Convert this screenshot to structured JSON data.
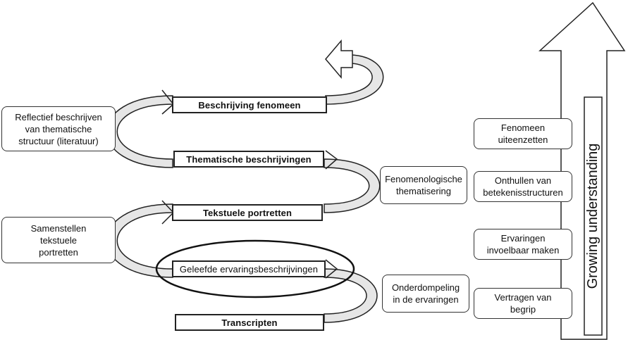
{
  "spiral_levels": [
    {
      "label": "Beschrijving fenomeen"
    },
    {
      "label": "Thematische beschrijvingen"
    },
    {
      "label": "Tekstuele portretten"
    },
    {
      "label": "Geleefde ervaringsbeschrijvingen"
    },
    {
      "label": "Transcripten"
    }
  ],
  "left_boxes": [
    {
      "text": "Reflectief beschrijven\nvan thematische\nstructuur (literatuur)"
    },
    {
      "text": "Samenstellen\ntekstuele\nportretten"
    }
  ],
  "middle_boxes": [
    {
      "text": "Fenomenologische\nthematisering"
    },
    {
      "text": "Onderdompeling\nin de ervaringen"
    }
  ],
  "right_boxes": [
    {
      "text": "Fenomeen\nuiteenzetten"
    },
    {
      "text": "Onthullen van\nbetekenisstructuren"
    },
    {
      "text": "Ervaringen\ninvoelbaar maken"
    },
    {
      "text": "Vertragen van\nbegrip"
    }
  ],
  "growth_label": "Growing understanding",
  "colors": {
    "line": "#222222",
    "shadow": "#cfcfcf",
    "background": "#ffffff"
  }
}
